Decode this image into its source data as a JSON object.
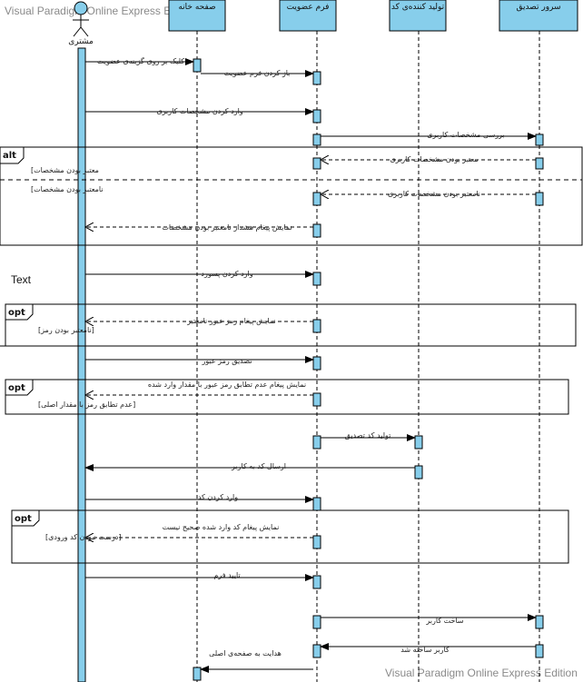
{
  "watermark_top": "Visual Paradigm Online Express Edition",
  "watermark_bottom": "Visual Paradigm Online Express Edition",
  "colors": {
    "activation": "#87CEEB",
    "stroke": "#000000"
  },
  "actor": {
    "label": "مشتری"
  },
  "lifelines": [
    {
      "label": "صفحه خانه"
    },
    {
      "label": "فرم عضویت"
    },
    {
      "label": "تولید کننده‌ی کد"
    },
    {
      "label": "سرور تصدیق"
    }
  ],
  "free_text": "Text",
  "fragments": [
    {
      "keyword": "alt",
      "guards": [
        "[معتبر بودن مشخصات",
        "[نامعتبر بودن مشخصات"
      ]
    },
    {
      "keyword": "opt",
      "guards": [
        "[نامعتبر بودن رمز]"
      ]
    },
    {
      "keyword": "opt",
      "guards": [
        "[عدم تطابق رمز با مقدار اصلی]"
      ]
    },
    {
      "keyword": "opt",
      "guards": [
        "[درست نبودن کد ورودی]"
      ]
    }
  ],
  "messages": [
    "کلیک بر روی گزینه‌ی عضویت",
    "باز کردن فرم عضویت",
    "وارد کردن مشخصات کاربری",
    "بررسی مشخصات کاربری",
    "معتبر بودن مشخصات کاربری",
    "نامعتبر بودن مشخصات کاربری",
    "نمایش پیغام هشدار نامعتبر بودن مشخصات",
    "وارد کردن پسورد",
    "نمایش پیغام رمز عبور نامعتبر",
    "تصدیق رمز عبور",
    "نمایش پیغام عدم تطابق رمز عبور با مقدار وارد شده",
    "تولید کد تصدیق",
    "ارسال کد به کاربر",
    "وارد کردن کد",
    "نمایش پیغام کد وارد شده صحیح نیست",
    "تایید فرم",
    "ساخت کاربر",
    "کاربر ساخته شد",
    "هدایت به صفحه‌ی اصلی"
  ]
}
